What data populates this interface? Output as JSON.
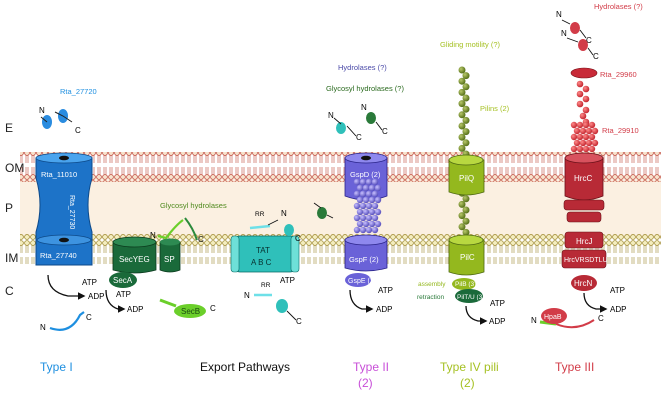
{
  "compartments": {
    "E": "E",
    "OM": "OM",
    "P": "P",
    "IM": "IM",
    "C": "C"
  },
  "type1": {
    "substrate_label": "Rta_27720",
    "om_protein": "Rta_11010",
    "channel_protein": "Rta_27730",
    "im_protein": "Rta_27740",
    "atp": "ATP",
    "adp": "ADP",
    "n": "N",
    "c": "C",
    "type_label": "Type I",
    "color": "#1e8fe0"
  },
  "export": {
    "secyeg": "SecYEG",
    "seca": "SecA",
    "secb": "SecB",
    "sp": "SP",
    "glycosyl_hydrolases": "Glycosyl hydrolases",
    "tat": "TAT",
    "tat_abc": "A B C",
    "rr": "RR",
    "atp": "ATP",
    "adp": "ADP",
    "n": "N",
    "c": "C",
    "label": "Export Pathways"
  },
  "type2": {
    "hydrolases": "Hydrolases (?)",
    "glycosyl": "Glycosyl hydrolases (?)",
    "gspd": "GspD (2)",
    "gspf": "GspF (2)",
    "gspe": "GspE (2)",
    "atp": "ATP",
    "adp": "ADP",
    "n": "N",
    "c": "C",
    "type_label": "Type II",
    "count": "(2)",
    "color": "#c84fd8"
  },
  "type4": {
    "gliding": "Gliding motility (?)",
    "pilins": "Pilins (2)",
    "pilq": "PilQ",
    "pilc": "PilC",
    "assembly": "assembly",
    "pilb": "PilB (3)",
    "retraction": "retraction",
    "pilt": "PilT/U (3)",
    "atp": "ATP",
    "adp": "ADP",
    "type_label": "Type IV pili",
    "count": "(2)",
    "color": "#a6c124"
  },
  "type3": {
    "hydrolases": "Hydrolases (?)",
    "rta_29960": "Rta_29960",
    "rta_29910": "Rta_29910",
    "hrcc": "HrcC",
    "hrcj": "HrcJ",
    "hrcvrsdtlu": "HrcVRSDTLU",
    "hrcn": "HrcN",
    "hpab": "HpaB",
    "atp": "ATP",
    "adp": "ADP",
    "n": "N",
    "c": "C",
    "type_label": "Type III",
    "color": "#d23c48"
  }
}
